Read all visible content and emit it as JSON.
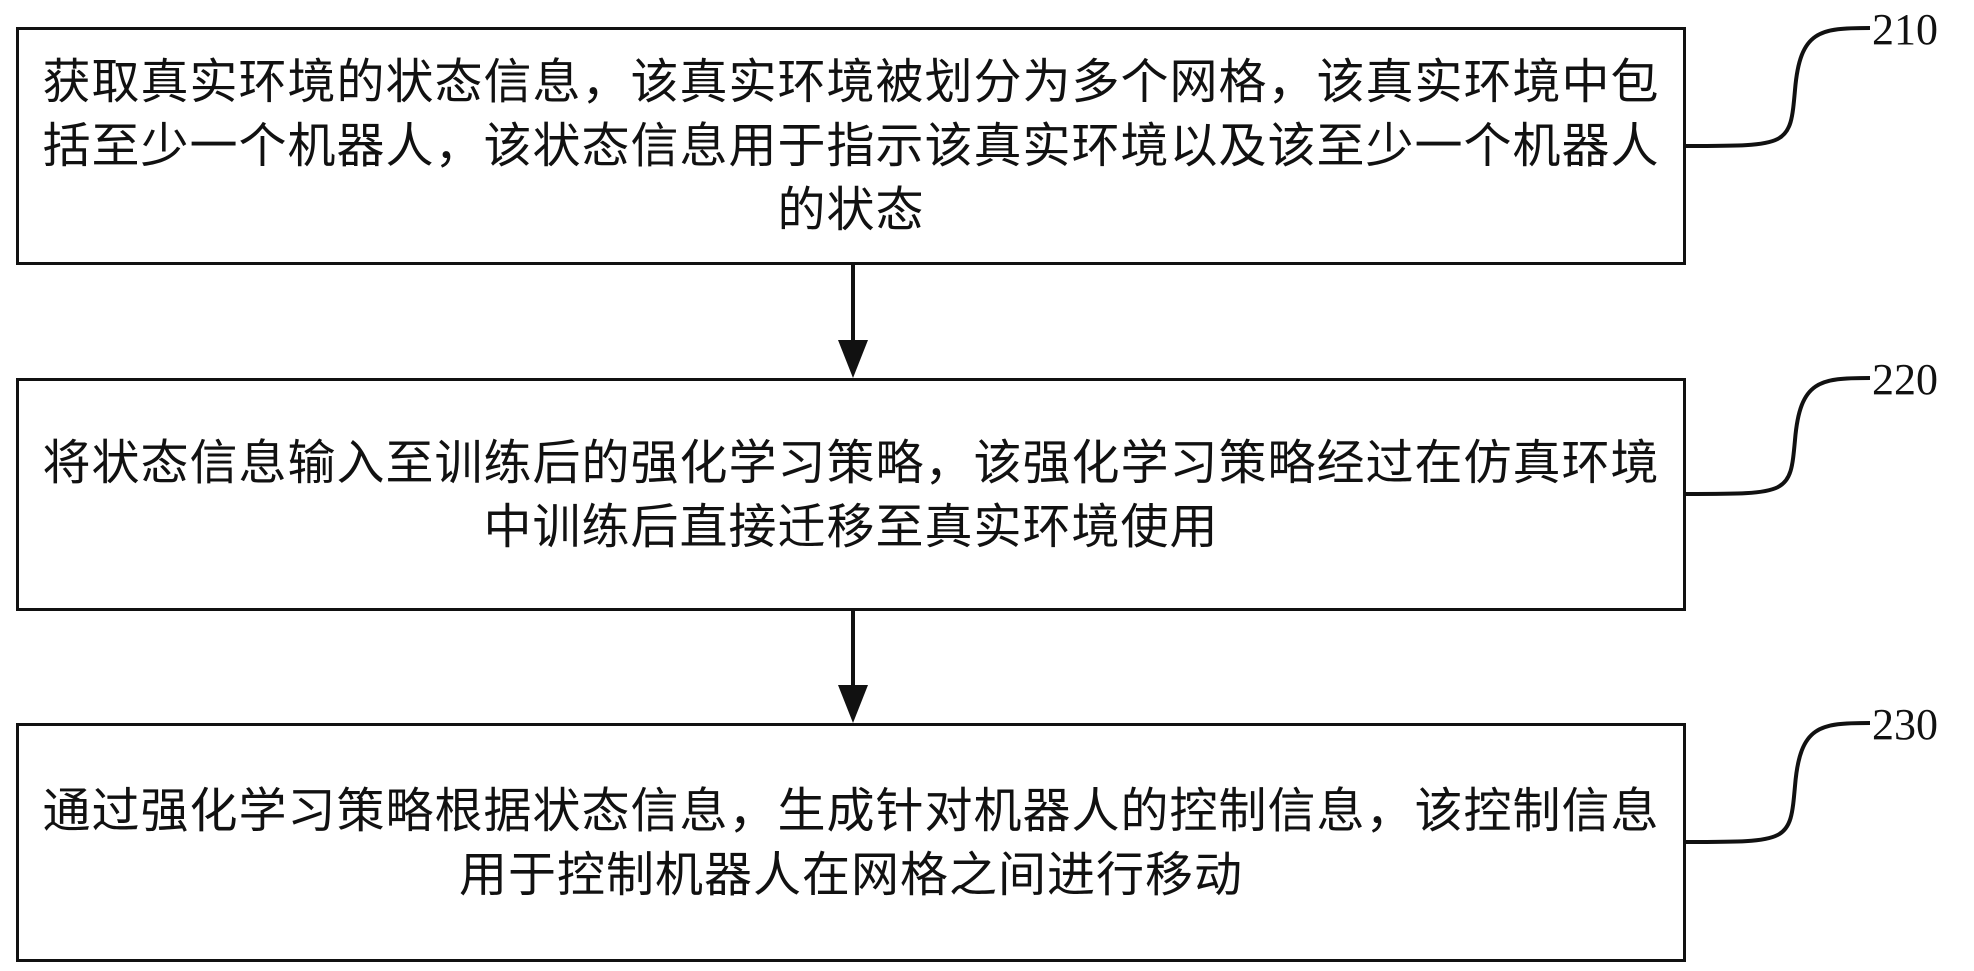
{
  "steps": [
    {
      "id": "210",
      "text": "获取真实环境的状态信息，该真实环境被划分为多个网格，该真实环境中包括至少一个机器人，该状态信息用于指示该真实环境以及该至少一个机器人的状态"
    },
    {
      "id": "220",
      "text": "将状态信息输入至训练后的强化学习策略，该强化学习策略经过在仿真环境中训练后直接迁移至真实环境使用"
    },
    {
      "id": "230",
      "text": "通过强化学习策略根据状态信息，生成针对机器人的控制信息，该控制信息用于控制机器人在网格之间进行移动"
    }
  ]
}
